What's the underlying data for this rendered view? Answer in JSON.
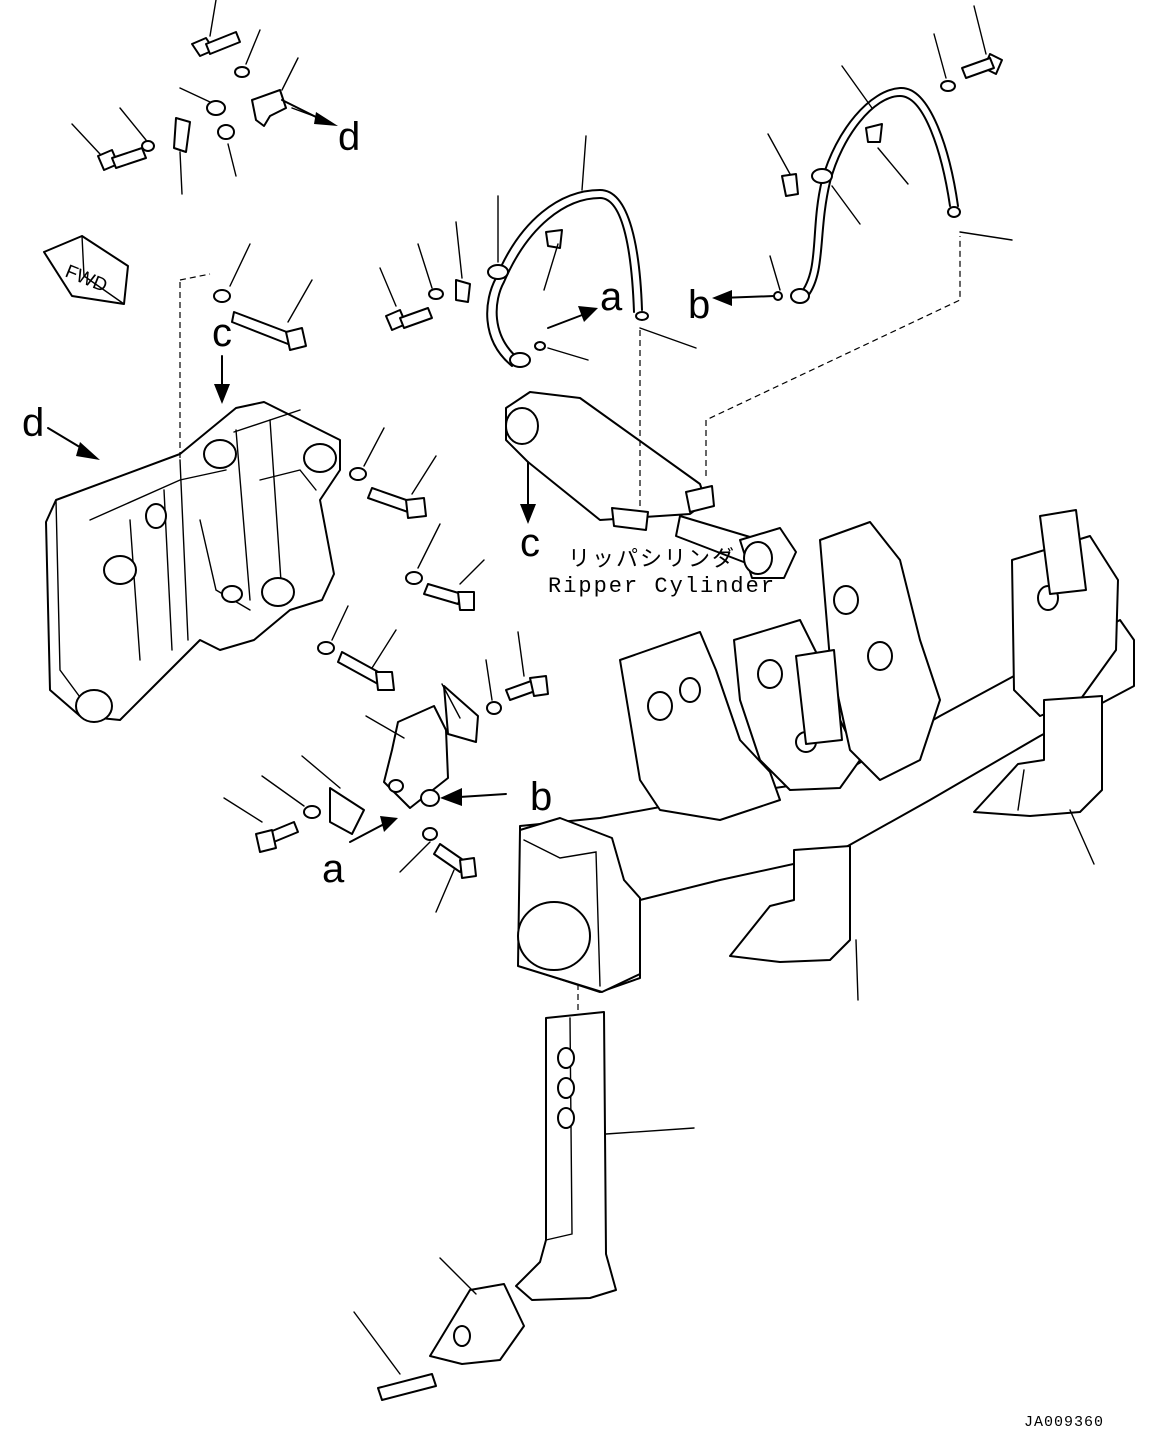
{
  "labels": {
    "a_top": "a",
    "a_bottom": "a",
    "b_top": "b",
    "b_bottom": "b",
    "c_top": "c",
    "c_mid": "c",
    "d_top": "d",
    "d_left": "d"
  },
  "forward_arrow": {
    "text": "FWD"
  },
  "ripper_cylinder": {
    "label_jp": "リッパシリンダ",
    "label_en": "Ripper Cylinder"
  },
  "document_id": "JA009360"
}
